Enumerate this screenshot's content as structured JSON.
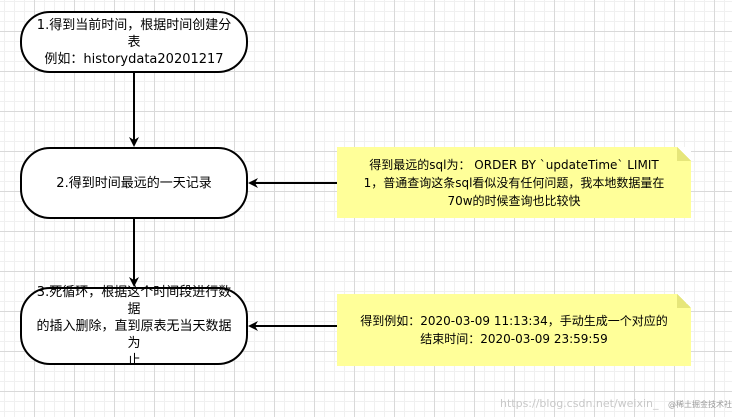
{
  "diagram": {
    "steps": [
      {
        "lines": [
          "1.得到当前时间，根据时间创建分表",
          "例如：historydata20201217"
        ]
      },
      {
        "lines": [
          "2.得到时间最远的一天记录"
        ]
      },
      {
        "lines": [
          "3.死循环，根据这个时间段进行数据",
          "的插入删除，直到原表无当天数据为",
          "止"
        ]
      }
    ],
    "notes": [
      {
        "lines": [
          "得到最远的sql为： ORDER  BY `updateTime`  LIMIT",
          "1，普通查询这条sql看似没有任何问题，我本地数据量在",
          "70w的时候查询也比较快"
        ]
      },
      {
        "lines": [
          "得到例如：2020-03-09 11:13:34，手动生成一个对应的",
          "结束时间：2020-03-09 23:59:59"
        ]
      }
    ]
  },
  "watermark": {
    "text": "https://blog.csdn.net/weixin_",
    "badge": "@稀土掘金技术社区"
  },
  "colors": {
    "note_fill": "#ffff99",
    "stroke": "#000000",
    "grid": "#d9d9d9"
  }
}
